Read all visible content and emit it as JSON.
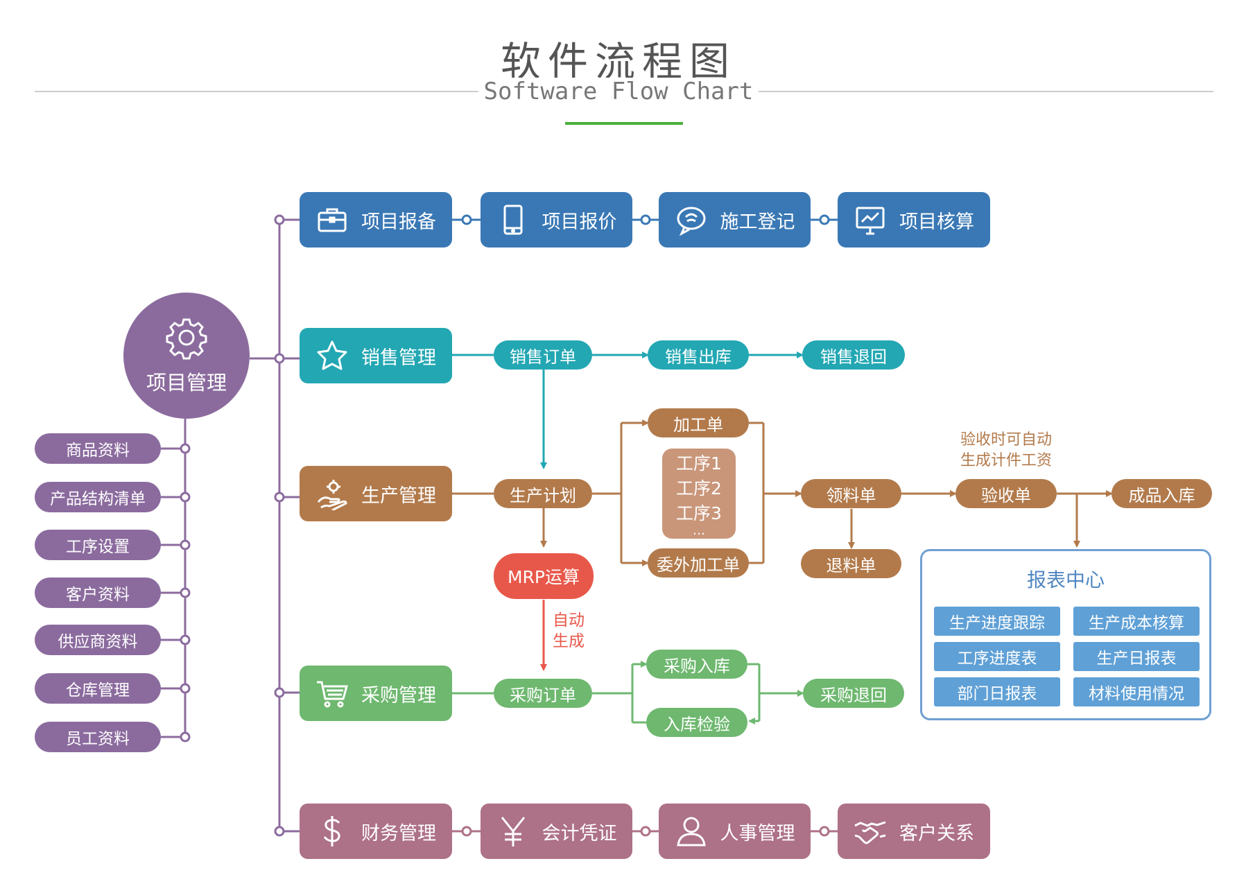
{
  "header": {
    "title": "软件流程图",
    "subtitle": "Software Flow Chart"
  },
  "colors": {
    "blue": "#3a78b5",
    "teal": "#22a7b3",
    "brown": "#b27a4b",
    "green": "#6eb86f",
    "mauve": "#ad7188",
    "purple": "#8b6b9e",
    "red": "#e8584a",
    "report": "#5fa0d6"
  },
  "hub": {
    "label": "项目管理",
    "icon": "gear-icon"
  },
  "base_data": [
    "商品资料",
    "产品结构清单",
    "工序设置",
    "客户资料",
    "供应商资料",
    "仓库管理",
    "员工资料"
  ],
  "project_row": [
    {
      "label": "项目报备",
      "icon": "briefcase-icon"
    },
    {
      "label": "项目报价",
      "icon": "tablet-icon"
    },
    {
      "label": "施工登记",
      "icon": "chat-bubble-icon"
    },
    {
      "label": "项目核算",
      "icon": "monitor-chart-icon"
    }
  ],
  "sales": {
    "module": "销售管理",
    "icon": "star-icon",
    "order": "销售订单",
    "outbound": "销售出库",
    "return": "销售退回"
  },
  "production": {
    "module": "生产管理",
    "icon": "hand-gear-icon",
    "plan": "生产计划",
    "mrp": "MRP运算",
    "processing": "加工单",
    "outsourcing": "委外加工单",
    "steps": [
      "工序1",
      "工序2",
      "工序3",
      "…"
    ],
    "requisition": "领料单",
    "material_return": "退料单",
    "acceptance": "验收单",
    "finished_goods": "成品入库",
    "acceptance_note": [
      "验收时可自动",
      "生成计件工资"
    ]
  },
  "auto_note": [
    "自动",
    "生成"
  ],
  "purchase": {
    "module": "采购管理",
    "icon": "cart-icon",
    "order": "采购订单",
    "inbound": "采购入库",
    "inspection": "入库检验",
    "return": "采购退回"
  },
  "report_center": {
    "title": "报表中心",
    "items": [
      "生产进度跟踪",
      "生产成本核算",
      "工序进度表",
      "生产日报表",
      "部门日报表",
      "材料使用情况"
    ]
  },
  "finance_row": [
    {
      "label": "财务管理",
      "icon": "dollar-icon"
    },
    {
      "label": "会计凭证",
      "icon": "yen-icon"
    },
    {
      "label": "人事管理",
      "icon": "person-icon"
    },
    {
      "label": "客户关系",
      "icon": "handshake-icon"
    }
  ]
}
